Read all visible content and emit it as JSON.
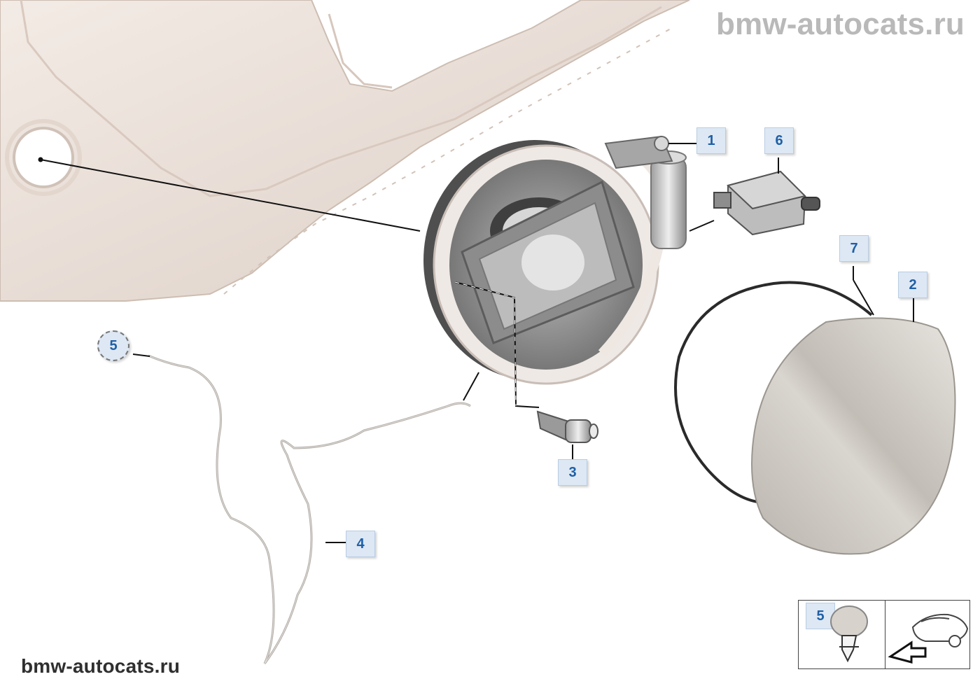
{
  "watermark": {
    "top": "bmw-autocats.ru",
    "bottom": "bmw-autocats.ru"
  },
  "callouts": [
    {
      "id": "1",
      "label": "1"
    },
    {
      "id": "6",
      "label": "6"
    },
    {
      "id": "7",
      "label": "7"
    },
    {
      "id": "2",
      "label": "2"
    },
    {
      "id": "5",
      "label": "5"
    },
    {
      "id": "3",
      "label": "3"
    },
    {
      "id": "4",
      "label": "4"
    }
  ],
  "legend": {
    "part_label": "5"
  },
  "colors": {
    "callout_bg": "#dde8f4",
    "callout_text": "#1f5fa6",
    "body_panel": "#eee3dc",
    "fuel_cap": "#cfcbc3",
    "housing_dark": "#5a5a5a"
  }
}
